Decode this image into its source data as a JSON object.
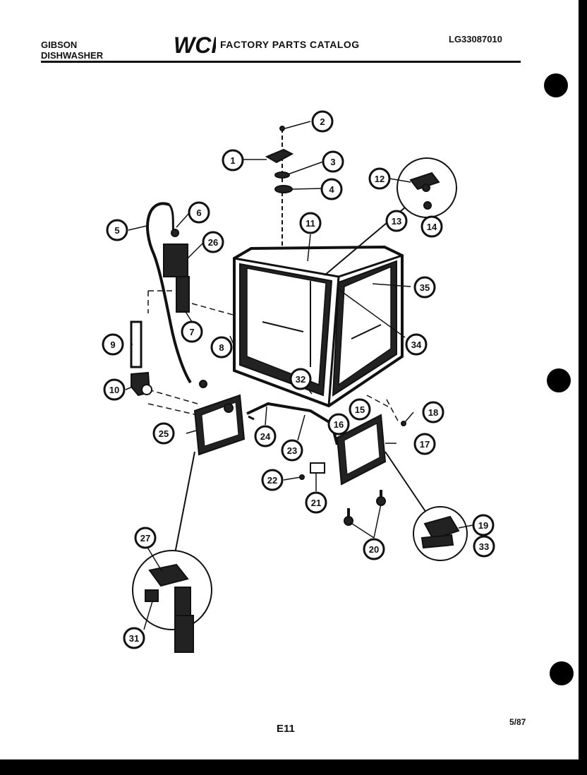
{
  "header": {
    "brand_line1": "GIBSON",
    "brand_line2": "DISHWASHER",
    "logo_text": "WCI",
    "catalog_title": "FACTORY PARTS CATALOG",
    "model_number": "LG33087010"
  },
  "footer": {
    "page_id": "E11",
    "date": "5/87"
  },
  "callouts": [
    "1",
    "2",
    "3",
    "4",
    "5",
    "6",
    "26",
    "7",
    "8",
    "9",
    "10",
    "11",
    "12",
    "13",
    "14",
    "35",
    "34",
    "32",
    "15",
    "16",
    "18",
    "17",
    "25",
    "24",
    "23",
    "22",
    "21",
    "20",
    "19",
    "33",
    "27",
    "31"
  ]
}
